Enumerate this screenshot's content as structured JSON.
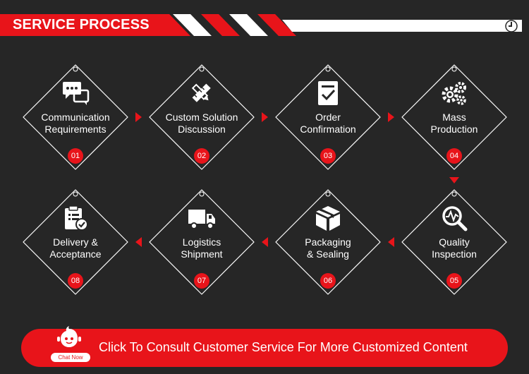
{
  "header": {
    "title": "SERVICE PROCESS",
    "icon": "clock-icon"
  },
  "steps": [
    {
      "number": "01",
      "line1": "Communication",
      "line2": "Requirements",
      "icon": "chat-bubbles-icon"
    },
    {
      "number": "02",
      "line1": "Custom Solution",
      "line2": "Discussion",
      "icon": "pencil-ruler-icon"
    },
    {
      "number": "03",
      "line1": "Order",
      "line2": "Confirmation",
      "icon": "document-check-icon"
    },
    {
      "number": "04",
      "line1": "Mass",
      "line2": "Production",
      "icon": "gears-icon"
    },
    {
      "number": "05",
      "line1": "Quality",
      "line2": "Inspection",
      "icon": "magnifier-chart-icon"
    },
    {
      "number": "06",
      "line1": "Packaging",
      "line2": "& Sealing",
      "icon": "box-icon"
    },
    {
      "number": "07",
      "line1": "Logistics",
      "line2": "Shipment",
      "icon": "truck-icon"
    },
    {
      "number": "08",
      "line1": "Delivery &",
      "line2": "Acceptance",
      "icon": "clipboard-check-icon"
    }
  ],
  "cta": {
    "text": "Click To Consult Customer Service For More Customized Content",
    "chat_label": "Chat Now",
    "icon": "chat-mascot-icon"
  },
  "colors": {
    "accent": "#e8141a",
    "background": "#262626",
    "text": "#ffffff"
  }
}
